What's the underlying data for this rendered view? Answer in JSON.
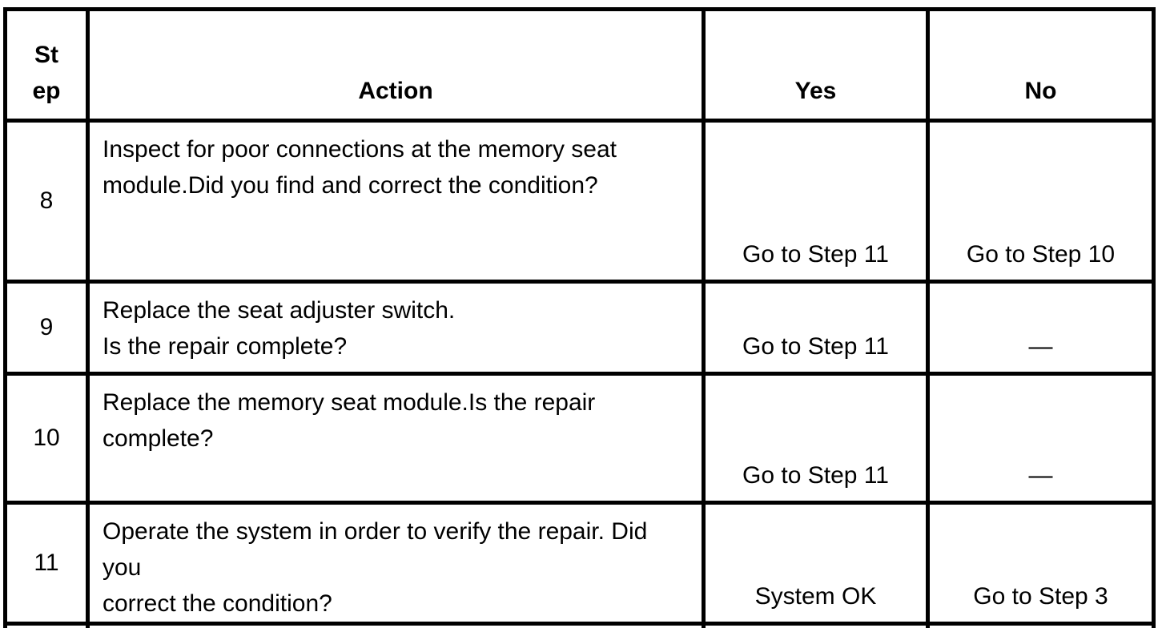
{
  "table": {
    "headers": {
      "step": "St\nep",
      "action": "Action",
      "yes": "Yes",
      "no": "No"
    },
    "rows": [
      {
        "step": "8",
        "action": "Inspect for poor connections at the memory seat\nmodule.Did you find and correct the condition?",
        "yes": "Go to Step 11",
        "no": "Go to Step 10"
      },
      {
        "step": "9",
        "action": "Replace the seat adjuster switch.\nIs the repair complete?",
        "yes": "Go to Step 11",
        "no": "—"
      },
      {
        "step": "10",
        "action": "Replace the memory seat module.Is the repair\ncomplete?",
        "yes": "Go to Step 11",
        "no": "—"
      },
      {
        "step": "11",
        "action": "Operate the system in order to verify the repair. Did you\ncorrect the condition?",
        "yes": "System OK",
        "no": "Go to Step 3"
      }
    ],
    "colors": {
      "border": "#000000",
      "background": "#ffffff",
      "text": "#000000"
    }
  }
}
